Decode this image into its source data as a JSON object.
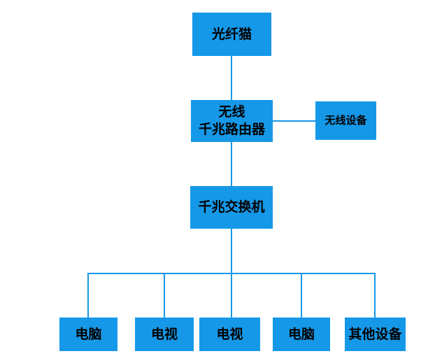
{
  "diagram": {
    "type": "network-topology-flowchart",
    "nodes": {
      "modem": {
        "label": "光纤猫"
      },
      "router": {
        "label": "无线\n千兆路由器"
      },
      "wireless_device": {
        "label": "无线设备"
      },
      "switch": {
        "label": "千兆交换机"
      },
      "device_1": {
        "label": "电脑"
      },
      "device_2": {
        "label": "电视"
      },
      "device_3": {
        "label": "电视"
      },
      "device_4": {
        "label": "电脑"
      },
      "device_5": {
        "label": "其他设备"
      }
    },
    "colors": {
      "box_fill": "#1598e8",
      "connector": "#1598e8",
      "text": "#000000",
      "background": "#ffffff"
    }
  }
}
